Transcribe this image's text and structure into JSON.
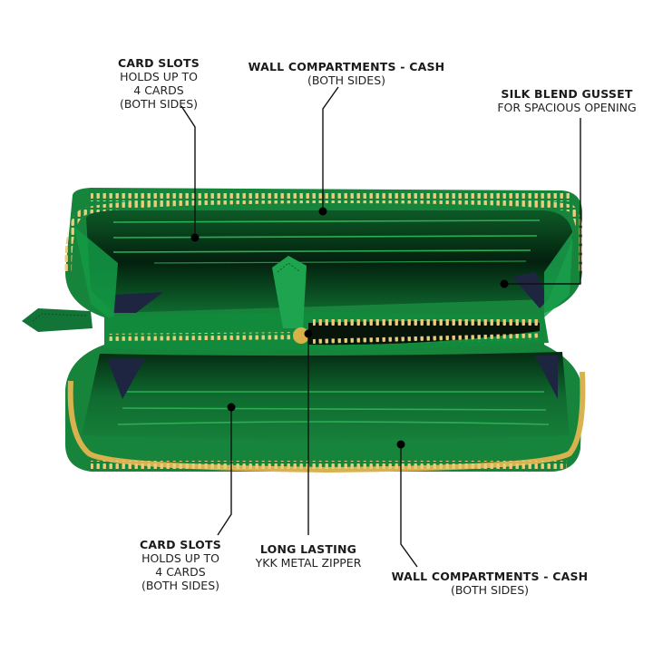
{
  "colors": {
    "background": "#ffffff",
    "leather_dark": "#0f6a2f",
    "leather_mid": "#1a8a3e",
    "leather_bright": "#22a04a",
    "interior_shadow": "#04200f",
    "zipper_gold": "#e3c26a",
    "gusset_navy": "#1d2540",
    "callout_line": "#111111"
  },
  "callouts": {
    "top_left": {
      "title": "CARD SLOTS",
      "lines": [
        "HOLDS UP TO",
        "4 CARDS",
        "(BOTH SIDES)"
      ]
    },
    "top_center": {
      "title": "WALL COMPARTMENTS - CASH",
      "lines": [
        "(BOTH SIDES)"
      ]
    },
    "top_right": {
      "title": "SILK BLEND GUSSET",
      "lines": [
        "FOR SPACIOUS OPENING"
      ]
    },
    "bottom_left": {
      "title": "CARD SLOTS",
      "lines": [
        "HOLDS UP TO",
        "4 CARDS",
        "(BOTH SIDES)"
      ]
    },
    "bottom_center": {
      "title": "LONG LASTING",
      "lines": [
        "YKK METAL ZIPPER"
      ]
    },
    "bottom_right": {
      "title": "WALL COMPARTMENTS - CASH",
      "lines": [
        "(BOTH SIDES)"
      ]
    }
  },
  "product": {
    "name": "green zip-around wallet, open view"
  }
}
